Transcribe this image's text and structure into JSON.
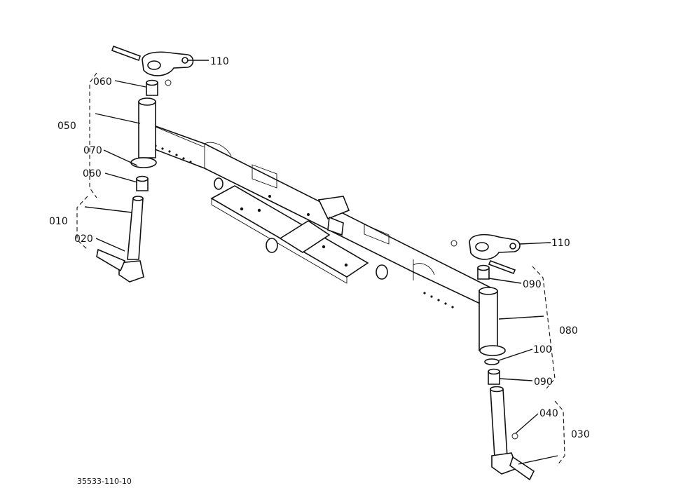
{
  "callouts": {
    "p110_top": "110",
    "p060_top": "060",
    "p050": "050",
    "p070": "070",
    "p060_bottom": "060",
    "p010": "010",
    "p020": "020",
    "p110_right": "110",
    "p090_top": "090",
    "p080": "080",
    "p100": "100",
    "p090_bottom": "090",
    "p040": "040",
    "p030": "030"
  },
  "reference_code": "35533-110-10"
}
